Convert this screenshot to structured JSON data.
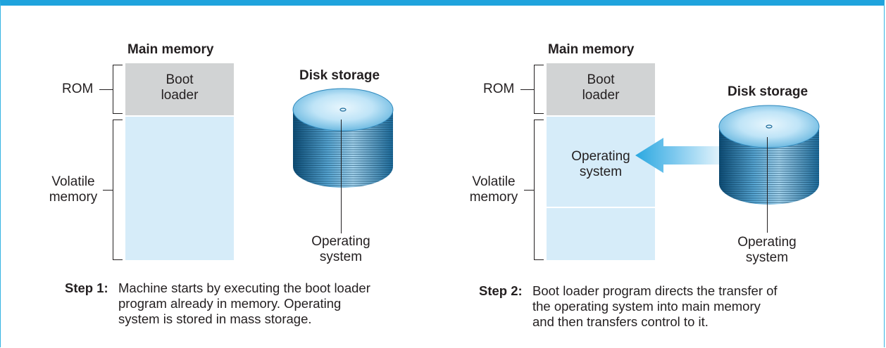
{
  "panel1": {
    "main_memory_title": "Main memory",
    "rom_label": "ROM",
    "boot_loader_label": [
      "Boot",
      "loader"
    ],
    "volatile_label": [
      "Volatile",
      "memory"
    ],
    "disk_title": "Disk storage",
    "os_label": [
      "Operating",
      "system"
    ],
    "step_label": "Step 1:",
    "step_text": [
      "Machine starts by executing the boot loader",
      "program already in memory. Operating",
      "system is stored in mass storage."
    ]
  },
  "panel2": {
    "main_memory_title": "Main memory",
    "rom_label": "ROM",
    "boot_loader_label": [
      "Boot",
      "loader"
    ],
    "volatile_label": [
      "Volatile",
      "memory"
    ],
    "memory_os_label": [
      "Operating",
      "system"
    ],
    "disk_title": "Disk storage",
    "os_label": [
      "Operating",
      "system"
    ],
    "step_label": "Step 2:",
    "step_text": [
      "Boot loader program directs the transfer of",
      "the operating system into main memory",
      "and then transfers control to it."
    ]
  },
  "colors": {
    "border": "#1fa3dd",
    "rom_fill": "#d1d3d4",
    "volatile_fill": "#d6ecf9",
    "arrow": "#2aa8e0"
  }
}
